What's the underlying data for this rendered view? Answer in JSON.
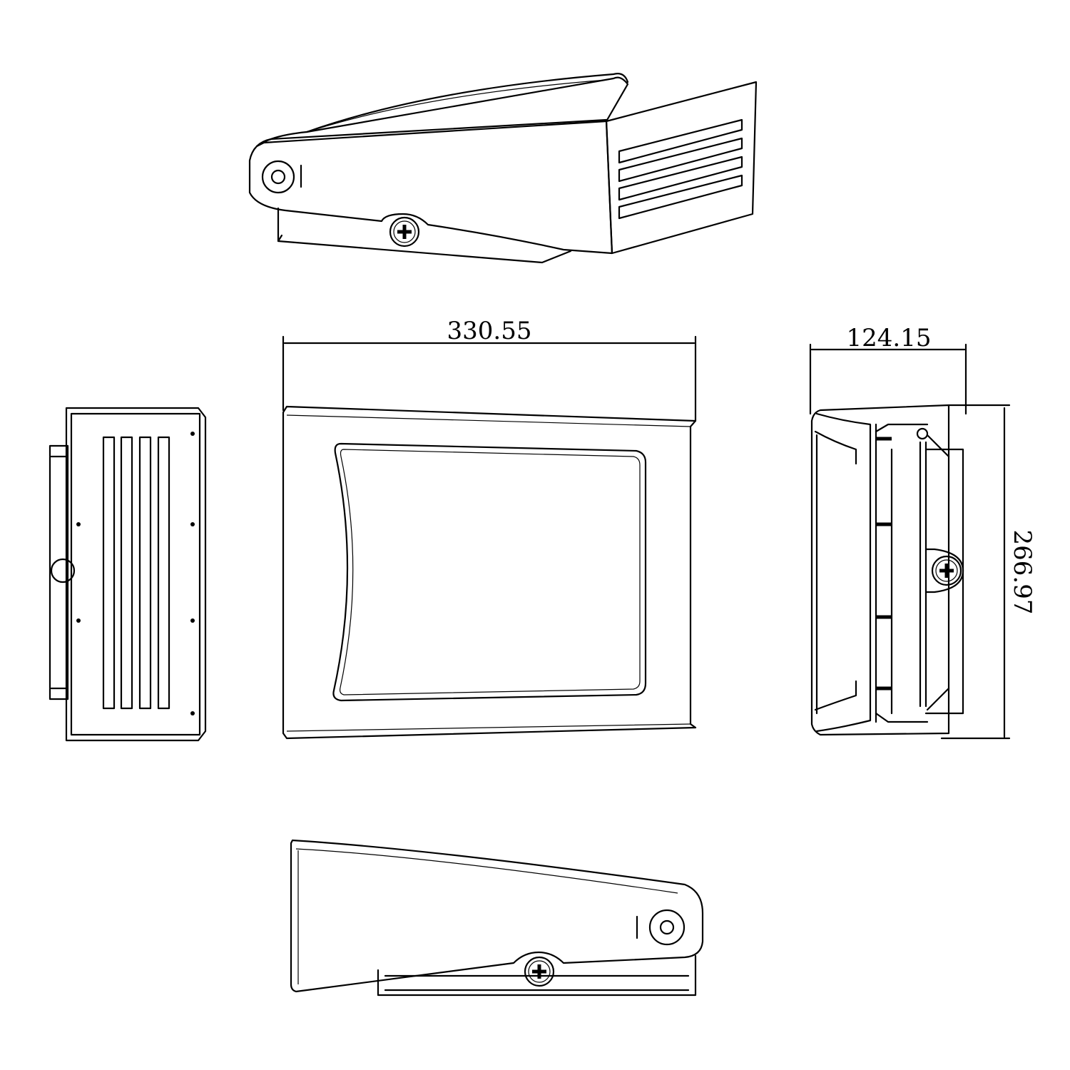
{
  "drawing": {
    "dimensions": {
      "width": "330.55",
      "depth": "124.15",
      "height": "266.97"
    },
    "views": [
      "isometric-view",
      "end-grille-view",
      "front-view",
      "side-profile-view",
      "bottom-side-view"
    ],
    "line_color": "#000000",
    "background": "#ffffff"
  }
}
